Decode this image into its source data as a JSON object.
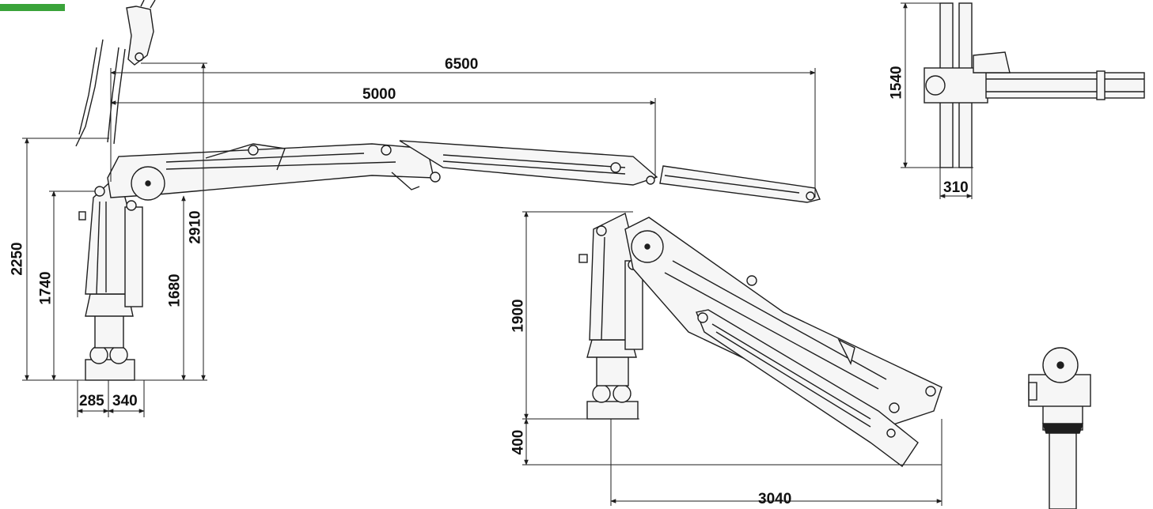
{
  "colors": {
    "line": "#1e1e1e",
    "fill": "#f6f6f6",
    "badge": "#3aa33a"
  },
  "dimensions": {
    "reach_total": "6500",
    "reach_mid": "5000",
    "height_total": "2250",
    "height_pivot": "1740",
    "height_top": "2910",
    "height_column": "1680",
    "base_left": "285",
    "base_right": "340",
    "folded_height": "1900",
    "folded_base": "400",
    "folded_reach": "3040",
    "top_view_width": "1540",
    "top_view_depth": "310"
  }
}
